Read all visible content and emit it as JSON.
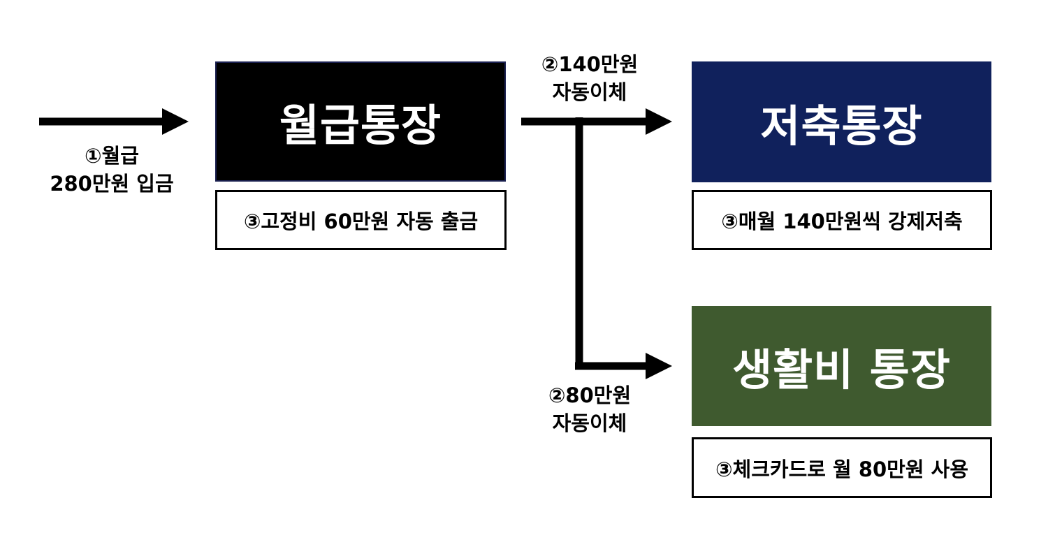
{
  "colors": {
    "salary": "#000000",
    "savings": "#10215c",
    "living": "#3f5a2f",
    "arrow": "#000000"
  },
  "input": {
    "line1": "①월급",
    "line2": "280만원 입금"
  },
  "accounts": {
    "salary": {
      "title": "월급통장",
      "note": "③고정비 60만원 자동 출금"
    },
    "savings": {
      "title": "저축통장",
      "note": "③매월 140만원씩 강제저축"
    },
    "living": {
      "title": "생활비 통장",
      "note": "③체크카드로 월 80만원 사용"
    }
  },
  "transfers": {
    "savings": {
      "line1": "②140만원",
      "line2": "자동이체"
    },
    "living": {
      "line1": "②80만원",
      "line2": "자동이체"
    }
  }
}
